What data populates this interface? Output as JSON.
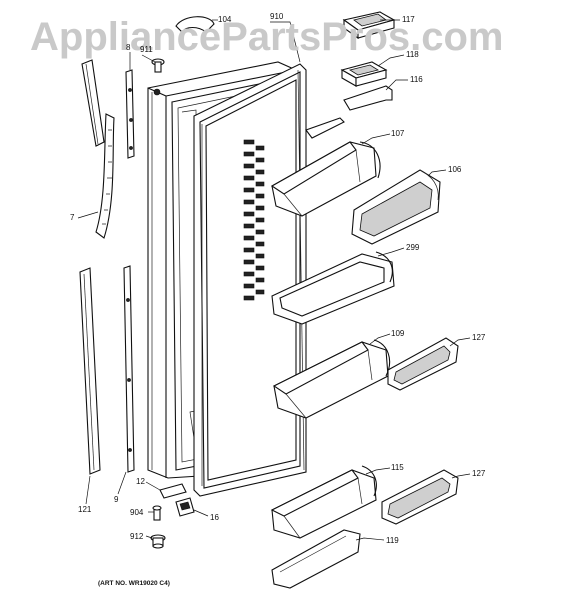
{
  "watermark": "AppliancePartsPros.com",
  "art_number": "(ART NO. WR19020 C4)",
  "parts": [
    {
      "id": "p104",
      "label": "104"
    },
    {
      "id": "p910",
      "label": "910"
    },
    {
      "id": "p117",
      "label": "117"
    },
    {
      "id": "p118",
      "label": "118"
    },
    {
      "id": "p116",
      "label": "116"
    },
    {
      "id": "p8",
      "label": "8"
    },
    {
      "id": "p911",
      "label": "911"
    },
    {
      "id": "p107",
      "label": "107"
    },
    {
      "id": "p106",
      "label": "106"
    },
    {
      "id": "p7",
      "label": "7"
    },
    {
      "id": "p299",
      "label": "299"
    },
    {
      "id": "p109",
      "label": "109"
    },
    {
      "id": "p127a",
      "label": "127"
    },
    {
      "id": "p115",
      "label": "115"
    },
    {
      "id": "p127b",
      "label": "127"
    },
    {
      "id": "p12",
      "label": "12"
    },
    {
      "id": "p904",
      "label": "904"
    },
    {
      "id": "p16",
      "label": "16"
    },
    {
      "id": "p912",
      "label": "912"
    },
    {
      "id": "p119",
      "label": "119"
    },
    {
      "id": "p121",
      "label": "121"
    },
    {
      "id": "p9",
      "label": "9"
    }
  ]
}
